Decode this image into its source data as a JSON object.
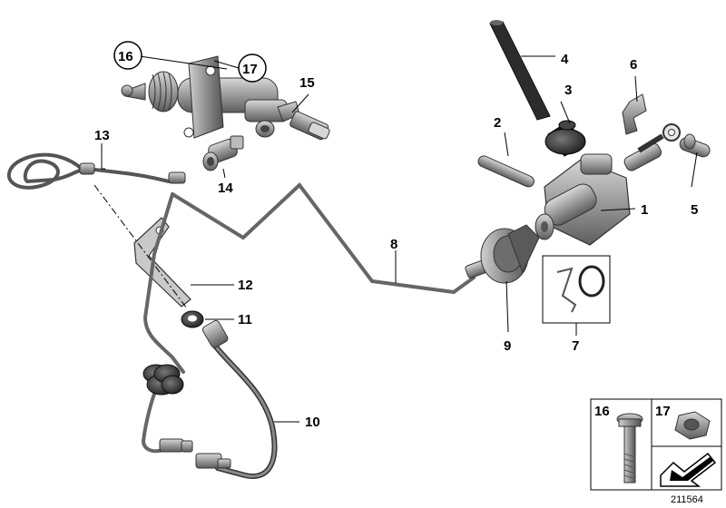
{
  "diagram": {
    "callouts": {
      "p1": "1",
      "p2": "2",
      "p3": "3",
      "p4": "4",
      "p5": "5",
      "p6": "6",
      "p7": "7",
      "p8": "8",
      "p9": "9",
      "p10": "10",
      "p11": "11",
      "p12": "12",
      "p13": "13",
      "p14": "14",
      "p15": "15",
      "p16": "16",
      "p17": "17"
    },
    "legend": {
      "p16": "16",
      "p17": "17"
    },
    "reference_number": "211564"
  },
  "colors": {
    "part_fill": "#9b9b9b",
    "part_dark": "#555555",
    "line": "#000000",
    "pipe": "#7a7a7a"
  }
}
